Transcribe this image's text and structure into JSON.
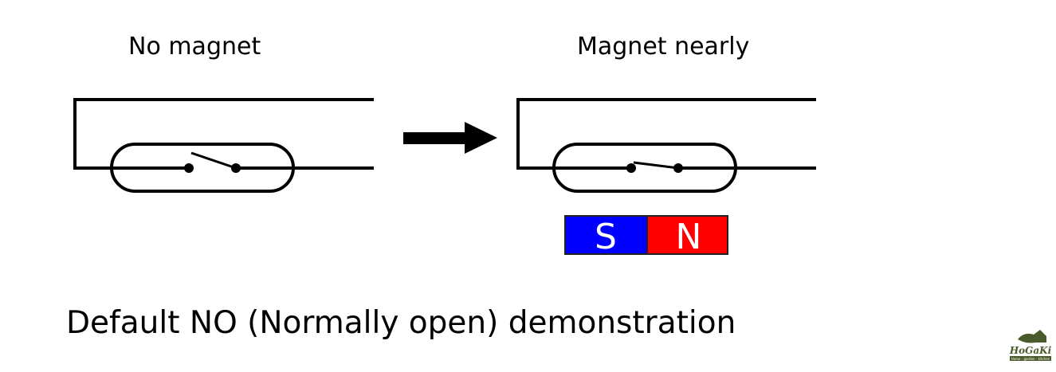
{
  "diagram": {
    "states": [
      {
        "title": "No magnet",
        "switch_state": "open"
      },
      {
        "title": "Magnet nearly",
        "switch_state": "closed"
      }
    ],
    "magnet": {
      "south_label": "S",
      "north_label": "N",
      "south_color": "#0000ff",
      "north_color": "#ff0000"
    },
    "transition": "arrow-right-icon",
    "caption": "Default NO (Normally open) demonstration"
  },
  "logo": {
    "name": "HoGaKi",
    "tagline": "Home - garden - kitchen",
    "color": "#4a5a2a"
  }
}
